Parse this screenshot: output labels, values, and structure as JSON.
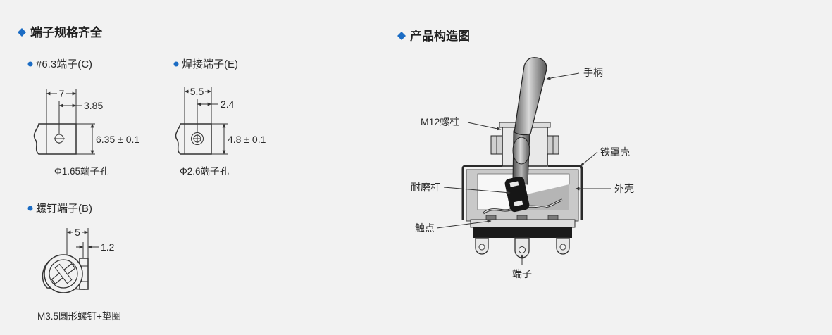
{
  "colors": {
    "background": "#f2f2f2",
    "accent": "#1b6cc4",
    "text": "#2a2a2a",
    "line": "#333333"
  },
  "terminal_specs": {
    "marker_icon": "diamond-icon",
    "bullet_icon": "bullet-dot-icon",
    "title": "端子规格齐全",
    "items": [
      {
        "label": "#6.3端子(C)",
        "dim_width": "7",
        "dim_hole_offset": "3.85",
        "dim_height": "6.35 ± 0.1",
        "hole_note": "Φ1.65端子孔"
      },
      {
        "label": "焊接端子(E)",
        "dim_width": "5.5",
        "dim_hole_offset": "2.4",
        "dim_height": "4.8 ± 0.1",
        "hole_note": "Φ2.6端子孔"
      },
      {
        "label": "螺钉端子(B)",
        "dim_width": "5",
        "dim_tab": "1.2",
        "screw_note": "M3.5圆形螺钉+垫圈"
      }
    ]
  },
  "product_structure": {
    "marker_icon": "diamond-icon",
    "title": "产品构造图",
    "labels": {
      "handle": "手柄",
      "stud": "M12螺柱",
      "iron_cover": "铁罩壳",
      "wear_rod": "耐磨杆",
      "housing": "外壳",
      "contact": "触点",
      "terminal": "端子"
    }
  }
}
